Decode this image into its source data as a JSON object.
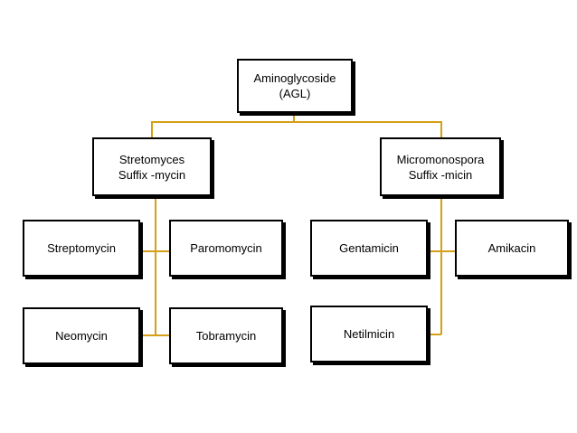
{
  "colors": {
    "connector": "#D4A017",
    "box_border": "#000000"
  },
  "root": {
    "line1": "Aminoglycoside",
    "line2": "(AGL)"
  },
  "groups": [
    {
      "line1": "Stretomyces",
      "line2": "Suffix -mycin",
      "members": [
        "Streptomycin",
        "Paromomycin",
        "Neomycin",
        "Tobramycin"
      ]
    },
    {
      "line1": "Micromonospora",
      "line2": "Suffix -micin",
      "members": [
        "Gentamicin",
        "Amikacin",
        "Netilmicin"
      ]
    }
  ]
}
